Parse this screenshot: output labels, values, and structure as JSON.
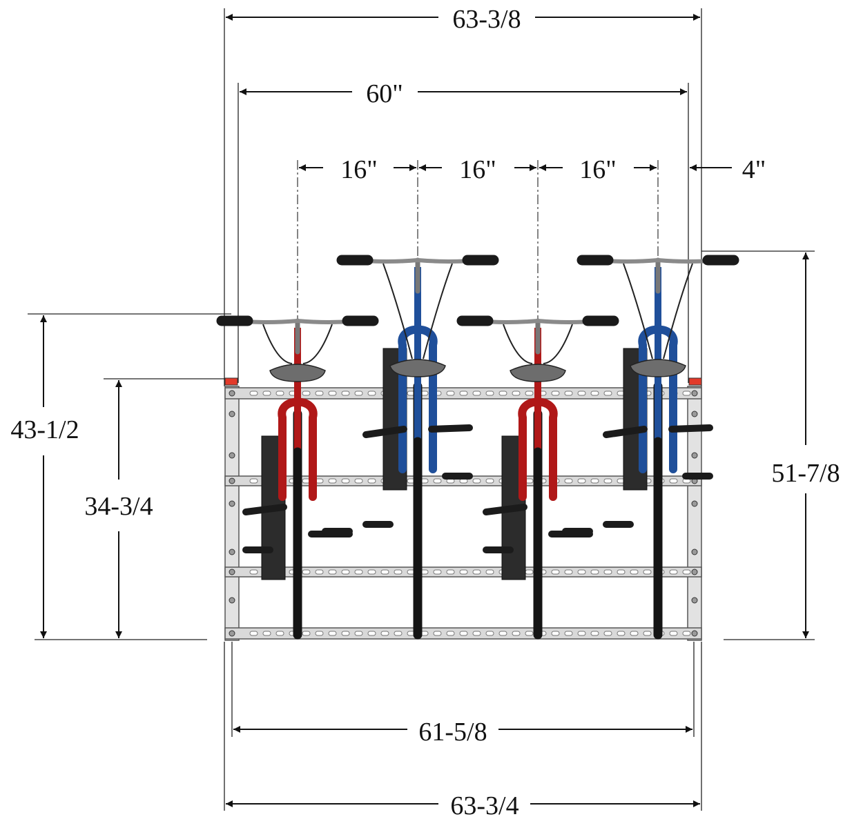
{
  "drawing": {
    "dimensions": {
      "overall_top_width": "63-3/8",
      "rack_span_width": "60\"",
      "spacing_1": "16\"",
      "spacing_2": "16\"",
      "spacing_3": "16\"",
      "end_offset": "4\"",
      "left_outer_height": "43-1/2",
      "left_inner_height": "34-3/4",
      "right_height": "51-7/8",
      "base_inner_width": "61-5/8",
      "base_overall_width": "63-3/4"
    },
    "bikes": [
      {
        "name": "bike-1",
        "color": "#b01818",
        "level": "low"
      },
      {
        "name": "bike-2",
        "color": "#1f4f9a",
        "level": "high"
      },
      {
        "name": "bike-3",
        "color": "#b01818",
        "level": "low"
      },
      {
        "name": "bike-4",
        "color": "#1f4f9a",
        "level": "high"
      }
    ],
    "colors": {
      "red_frame": "#b01818",
      "blue_frame": "#1f4f9a",
      "rail": "#d9d9d9",
      "reflector": "#e23a2a"
    }
  }
}
